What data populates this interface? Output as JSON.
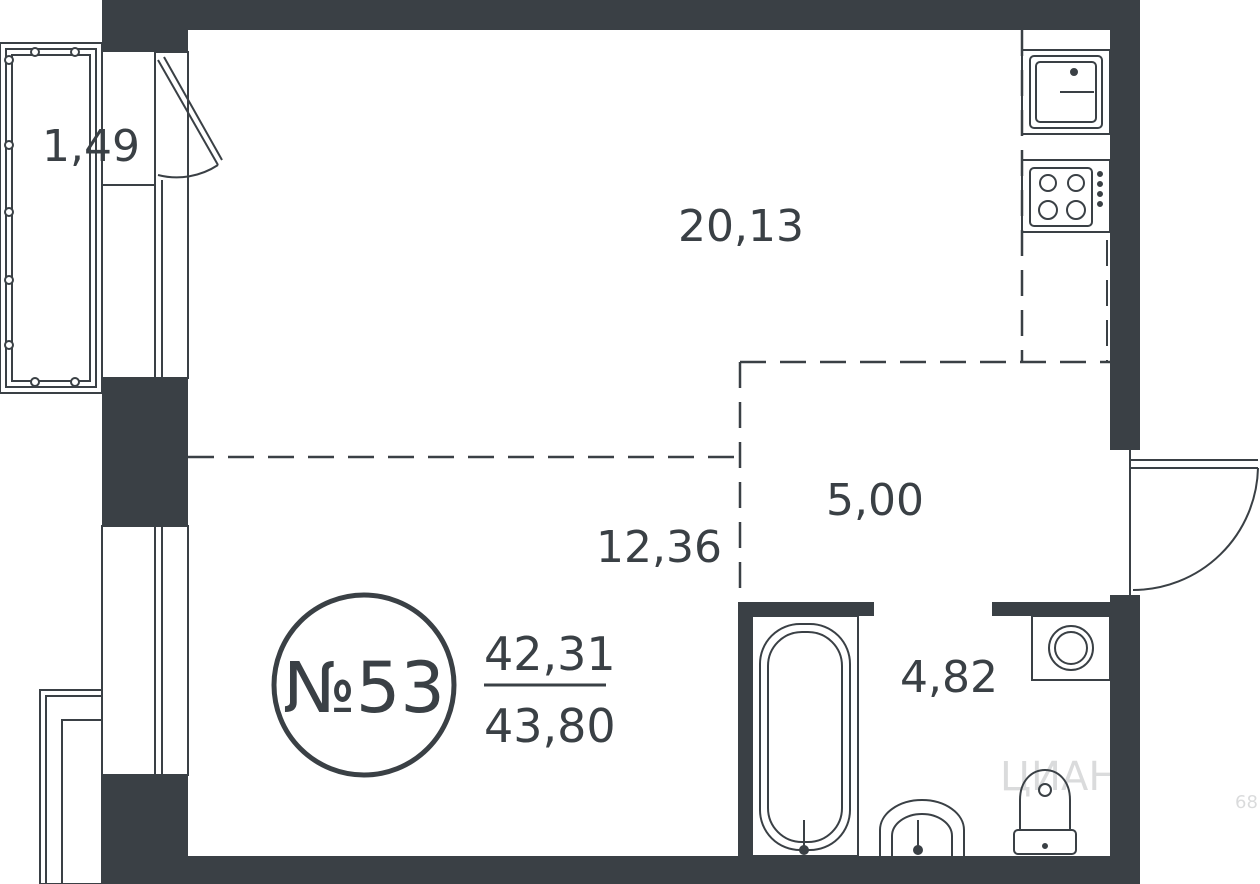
{
  "plan": {
    "apartment_number": "№53",
    "living_area": "42,31",
    "total_area": "43,80",
    "rooms": {
      "balcony": "1,49",
      "main_room": "20,13",
      "kitchen_zone": "12,36",
      "hall": "5,00",
      "bathroom": "4,82"
    },
    "watermark": "ЦИАН",
    "watermark_id": "68"
  },
  "colors": {
    "wall": "#3a4045",
    "line": "#3a4045",
    "background": "#ffffff"
  }
}
